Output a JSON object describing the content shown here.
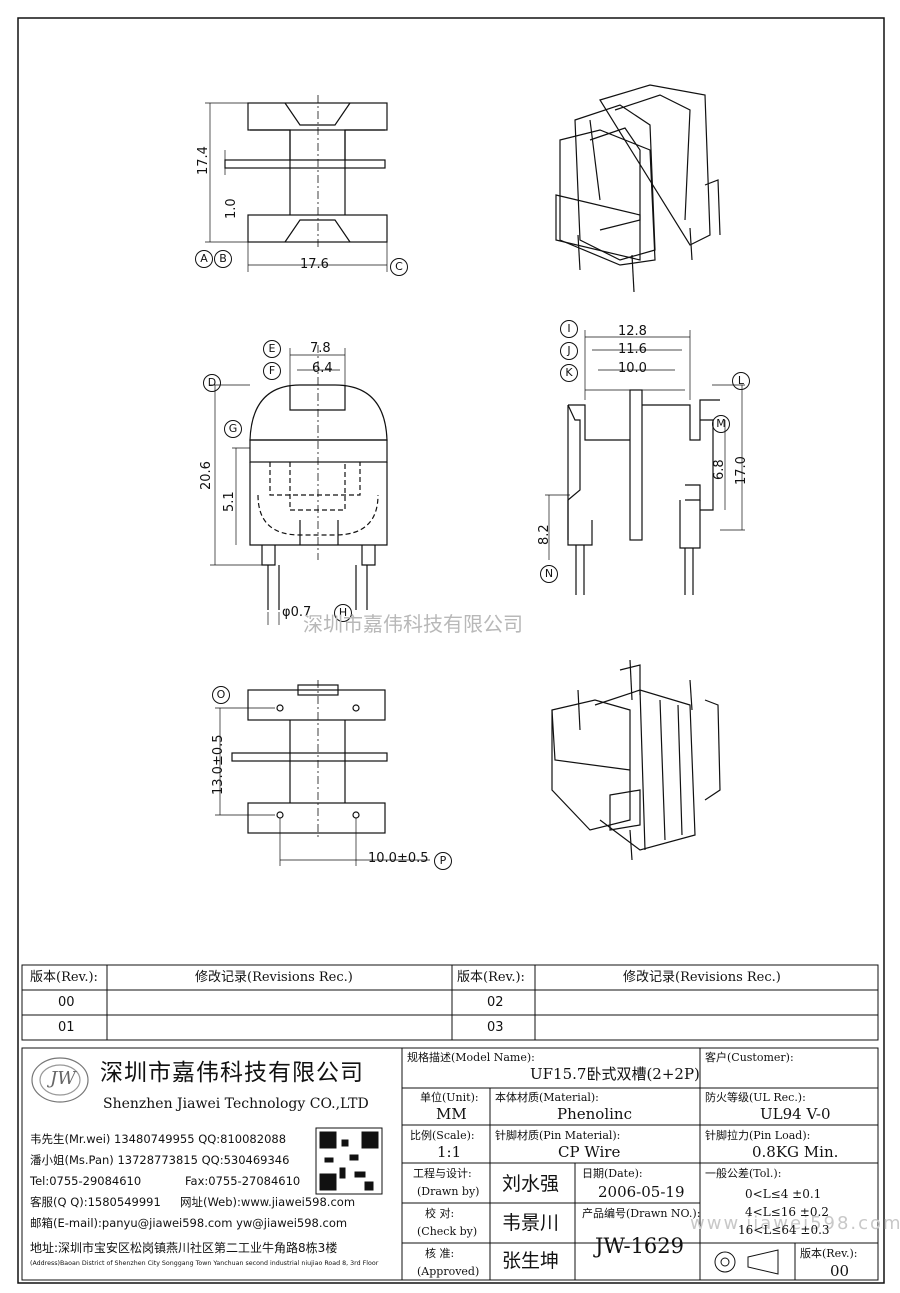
{
  "watermark": "深圳市嘉伟科技有限公司",
  "watermark_url": "www.jiawei598.com",
  "dims": {
    "d17_4": "17.4",
    "d1_0": "1.0",
    "d17_6": "17.6",
    "d7_8": "7.8",
    "d6_4": "6.4",
    "d20_6": "20.6",
    "d5_1": "5.1",
    "d0_7": "φ0.7",
    "d12_8": "12.8",
    "d11_6": "11.6",
    "d10_0": "10.0",
    "d6_8": "6.8",
    "d17_0": "17.0",
    "d8_2": "8.2",
    "d13_0": "13.0±0.5",
    "d10_0p": "10.0±0.5"
  },
  "markers": {
    "A": "A",
    "B": "B",
    "C": "C",
    "D": "D",
    "E": "E",
    "F": "F",
    "G": "G",
    "H": "H",
    "I": "I",
    "J": "J",
    "K": "K",
    "L": "L",
    "M": "M",
    "N": "N",
    "O": "O",
    "P": "P"
  },
  "revisions": {
    "rev_header": "版本(Rev.):",
    "rec_header": "修改记录(Revisions Rec.)",
    "rows": [
      "00",
      "01",
      "02",
      "03"
    ]
  },
  "company": {
    "logo": "JW",
    "name_cn": "深圳市嘉伟科技有限公司",
    "name_en": "Shenzhen Jiawei Technology CO.,LTD",
    "contact1": "韦先生(Mr.wei) 13480749955 QQ:810082088",
    "contact2": "潘小姐(Ms.Pan) 13728773815 QQ:530469346",
    "tel": "Tel:0755-29084610",
    "fax": "Fax:0755-27084610",
    "qq": "客服(Q Q):1580549991",
    "web": "网址(Web):www.jiawei598.com",
    "email": "邮箱(E-mail):panyu@jiawei598.com  yw@jiawei598.com",
    "address_cn": "地址:深圳市宝安区松岗镇燕川社区第二工业牛角路8栋3楼",
    "address_en": "(Address)Baoan District of Shenzhen City Songgang Town Yanchuan  second industrial niujiao Road 8, 3rd Floor"
  },
  "title_block": {
    "model_label": "规格描述(Model Name):",
    "model_value": "UF15.7卧式双槽(2+2P)",
    "customer_label": "客户(Customer):",
    "unit_label": "单位(Unit):",
    "unit_value": "MM",
    "material_label": "本体材质(Material):",
    "material_value": "Phenolinc",
    "ul_label": "防火等级(UL Rec.):",
    "ul_value": "UL94 V-0",
    "scale_label": "比例(Scale):",
    "scale_value": "1:1",
    "pin_label": "针脚材质(Pin Material):",
    "pin_value": "CP Wire",
    "load_label": "针脚拉力(Pin Load):",
    "load_value": "0.8KG Min.",
    "drawn_label1": "工程与设计:",
    "drawn_label2": "(Drawn by)",
    "drawn_value": "刘水强",
    "date_label": "日期(Date):",
    "date_value": "2006-05-19",
    "tol_label": "一般公差(Tol.):",
    "tol1": "0<L≤4    ±0.1",
    "tol2": "4<L≤16   ±0.2",
    "tol3": "16<L≤64  ±0.3",
    "check_label1": "校  对:",
    "check_label2": "(Check by)",
    "check_value": "韦景川",
    "drawn_no_label": "产品编号(Drawn NO.):",
    "drawn_no_value": "JW-1629",
    "approve_label1": "核  准:",
    "approve_label2": "(Approved)",
    "approve_value": "张生坤",
    "version_label": "版本(Rev.):",
    "version_value": "00"
  }
}
